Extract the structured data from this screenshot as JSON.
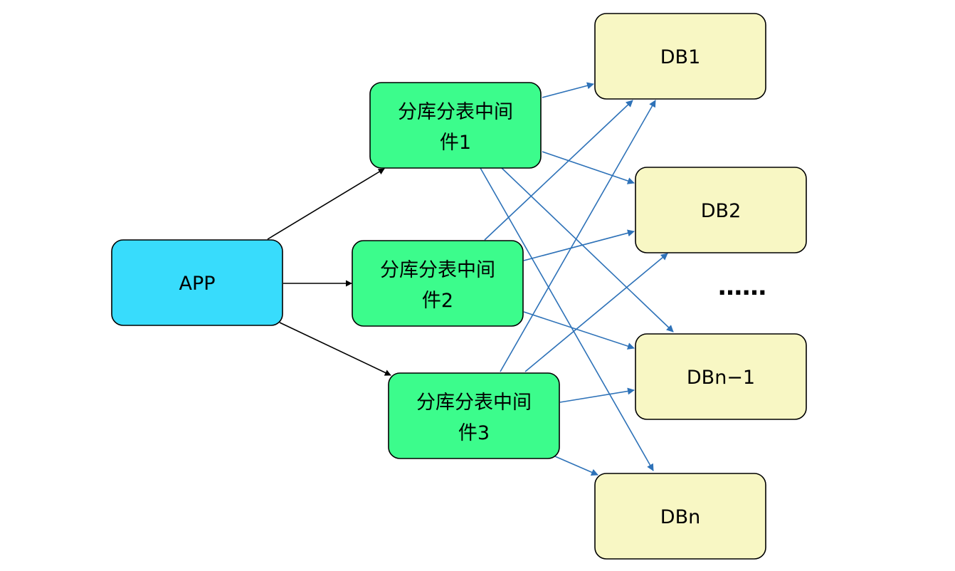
{
  "colors": {
    "app_fill": "#38dcfc",
    "middleware_fill": "#3cfc8c",
    "db_fill": "#f8f7c4",
    "border": "#000000",
    "black_arrow": "#000000",
    "blue_arrow": "#2e72b8"
  },
  "nodes": {
    "app": {
      "label": "APP"
    },
    "mw1": {
      "line1": "分库分表中间",
      "line2": "件1"
    },
    "mw2": {
      "line1": "分库分表中间",
      "line2": "件2"
    },
    "mw3": {
      "line1": "分库分表中间",
      "line2": "件3"
    },
    "db1": {
      "label": "DB1"
    },
    "db2": {
      "label": "DB2"
    },
    "dbn1": {
      "label": "DBn−1"
    },
    "dbn": {
      "label": "DBn"
    },
    "ellipsis": {
      "label": "……"
    }
  },
  "edges": [
    {
      "from": "APP",
      "to": "分库分表中间件1"
    },
    {
      "from": "APP",
      "to": "分库分表中间件2"
    },
    {
      "from": "APP",
      "to": "分库分表中间件3"
    },
    {
      "from": "分库分表中间件1",
      "to": "DB1"
    },
    {
      "from": "分库分表中间件1",
      "to": "DB2"
    },
    {
      "from": "分库分表中间件1",
      "to": "DBn−1"
    },
    {
      "from": "分库分表中间件1",
      "to": "DBn"
    },
    {
      "from": "分库分表中间件2",
      "to": "DB1"
    },
    {
      "from": "分库分表中间件2",
      "to": "DB2"
    },
    {
      "from": "分库分表中间件2",
      "to": "DBn−1"
    },
    {
      "from": "分库分表中间件3",
      "to": "DB1"
    },
    {
      "from": "分库分表中间件3",
      "to": "DB2"
    },
    {
      "from": "分库分表中间件3",
      "to": "DBn−1"
    },
    {
      "from": "分库分表中间件3",
      "to": "DBn"
    }
  ]
}
